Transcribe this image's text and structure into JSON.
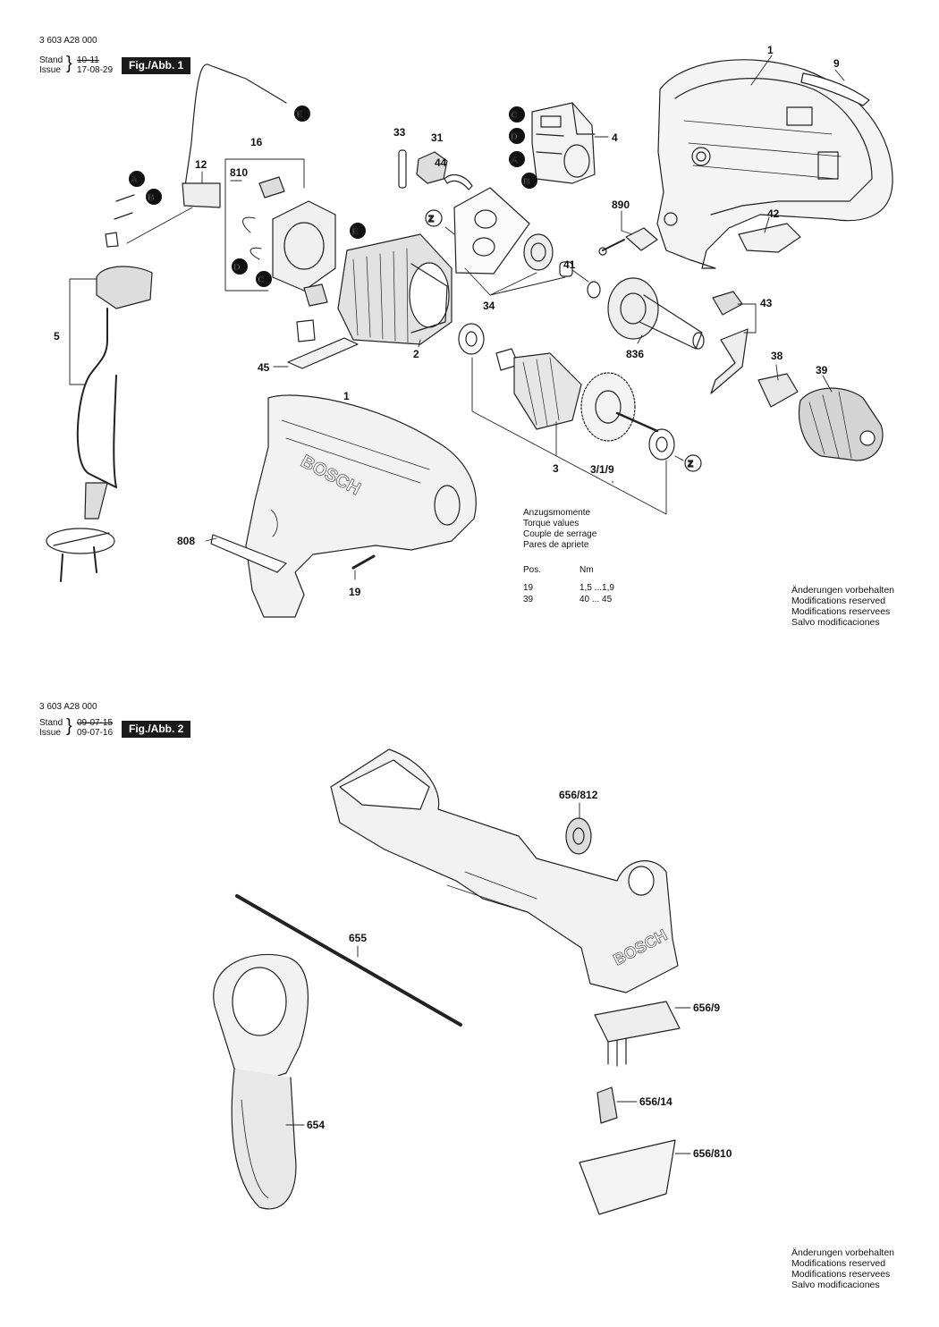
{
  "fig1": {
    "doc_number": "3 603 A28 000",
    "stand_label": "Stand",
    "stand_value": "10-11",
    "issue_label": "Issue",
    "issue_value": "17-08-29",
    "fig_tag": "Fig./Abb. 1",
    "parts": [
      "1",
      "9",
      "4",
      "33",
      "31",
      "44",
      "16",
      "12",
      "810",
      "E",
      "C",
      "D",
      "A",
      "B",
      "Z",
      "890",
      "42",
      "41",
      "5",
      "34",
      "43",
      "45",
      "2",
      "836",
      "38",
      "39",
      "1",
      "3",
      "3/1/9",
      "808",
      "19"
    ],
    "torque_title": [
      "Anzugsmomente",
      "Torque values",
      "Couple de serrage",
      "Pares de apriete"
    ],
    "torque_head": {
      "pos": "Pos.",
      "unit": "Nm"
    },
    "torque_rows": [
      {
        "pos": "19",
        "nm": "1,5 ...1,9"
      },
      {
        "pos": "39",
        "nm": "40 ... 45"
      }
    ],
    "notice": [
      "Änderungen vorbehalten",
      "Modifications reserved",
      "Modifications reservees",
      "Salvo modificaciones"
    ]
  },
  "fig2": {
    "doc_number": "3 603 A28 000",
    "stand_label": "Stand",
    "stand_value": "09-07-15",
    "issue_label": "Issue",
    "issue_value": "09-07-16",
    "fig_tag": "Fig./Abb. 2",
    "parts": [
      "656/812",
      "655",
      "656/9",
      "654",
      "656/14",
      "656/810"
    ],
    "notice": [
      "Änderungen vorbehalten",
      "Modifications reserved",
      "Modifications reservees",
      "Salvo modificaciones"
    ]
  },
  "brand": "BOSCH"
}
